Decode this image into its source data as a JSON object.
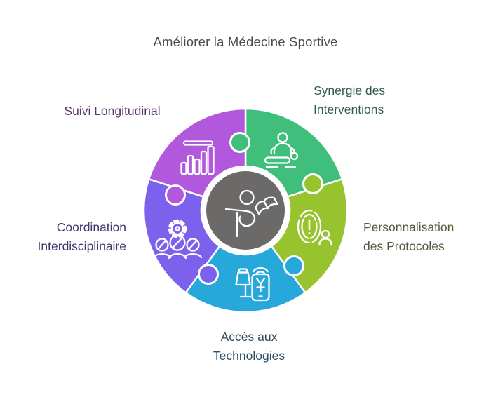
{
  "title": "Améliorer la Médecine Sportive",
  "center": {
    "icon": "person-rehab-reading-icon",
    "color": "#6b6a69"
  },
  "segments": [
    {
      "id": "suivi-longitudinal",
      "label": "Suivi Longitudinal",
      "color": "#b158dd",
      "label_color": "#5a3a6d",
      "icon": "bar-chart-icon",
      "position": "top-left"
    },
    {
      "id": "synergie-interventions",
      "label": "Synergie des\nInterventions",
      "color": "#3fbf7b",
      "label_color": "#2f5d49",
      "icon": "massage-therapy-icon",
      "position": "top-right"
    },
    {
      "id": "personnalisation-protocoles",
      "label": "Personnalisation\ndes Protocoles",
      "color": "#97c32f",
      "label_color": "#535c3c",
      "icon": "fingerprint-person-icon",
      "position": "right"
    },
    {
      "id": "acces-technologies",
      "label": "Accès aux\nTechnologies",
      "color": "#27a8db",
      "label_color": "#2f4d62",
      "icon": "mobile-health-tech-icon",
      "position": "bottom"
    },
    {
      "id": "coordination-interdisciplinaire",
      "label": "Coordination\nInterdisciplinaire",
      "color": "#7b61eb",
      "label_color": "#3c3b6e",
      "icon": "gear-team-icon",
      "position": "left"
    }
  ]
}
